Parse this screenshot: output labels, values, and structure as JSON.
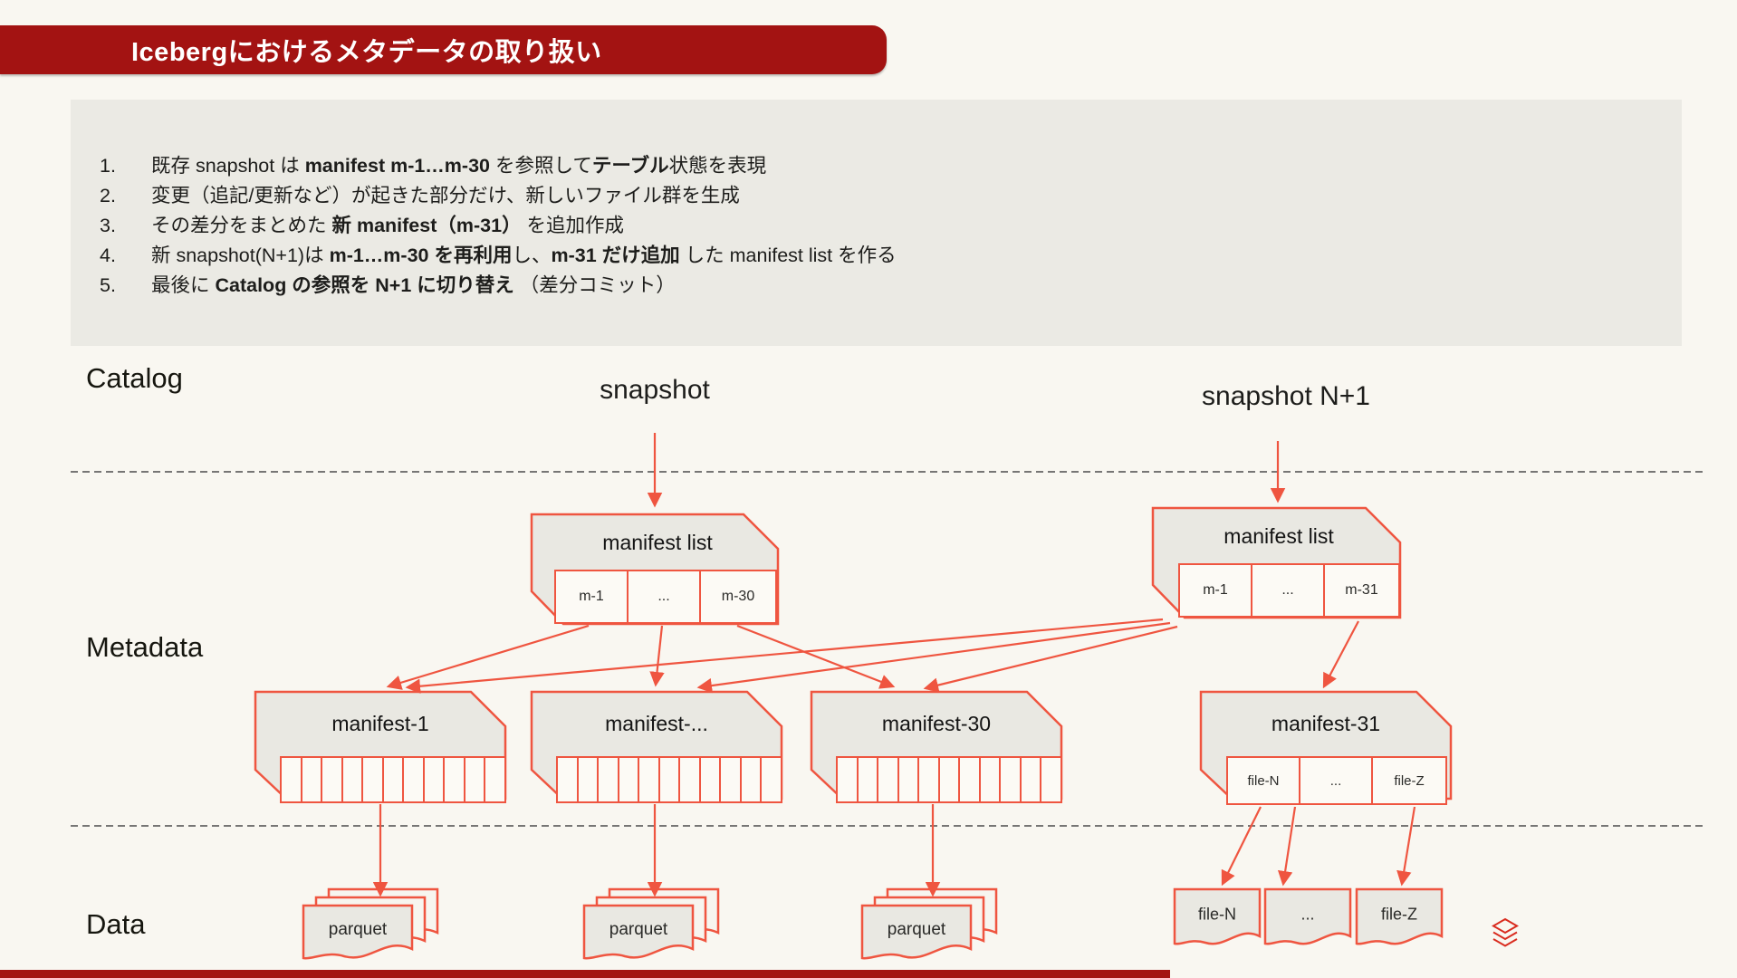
{
  "title": "Icebergにおけるメタデータの取り扱い",
  "steps": {
    "items": [
      {
        "num": "1.",
        "segments": [
          {
            "t": "既存 snapshot は ",
            "cls": ""
          },
          {
            "t": "manifest m-1…m-30",
            "cls": "b"
          },
          {
            "t": " を参照して",
            "cls": ""
          },
          {
            "t": "テーブル",
            "cls": "b"
          },
          {
            "t": "状態を表現",
            "cls": ""
          }
        ]
      },
      {
        "num": "2.",
        "segments": [
          {
            "t": "変更（追記/更新など）が起きた部分だけ、新しいファイル群を生成",
            "cls": ""
          }
        ]
      },
      {
        "num": "3.",
        "segments": [
          {
            "t": "その差分をまとめた ",
            "cls": ""
          },
          {
            "t": "新 manifest（m-31）",
            "cls": "b"
          },
          {
            "t": " を追加作成",
            "cls": ""
          }
        ]
      },
      {
        "num": "4.",
        "segments": [
          {
            "t": "新 snapshot(N+1)は ",
            "cls": ""
          },
          {
            "t": "m-1…m-30 を再利用",
            "cls": "b"
          },
          {
            "t": "し、",
            "cls": ""
          },
          {
            "t": "m-31 だけ追加",
            "cls": "b"
          },
          {
            "t": " した manifest list を作る",
            "cls": ""
          }
        ]
      },
      {
        "num": "5.",
        "segments": [
          {
            "t": "最後に ",
            "cls": ""
          },
          {
            "t": "Catalog の参照を N+1 に切り替え",
            "cls": "b"
          },
          {
            "t": " （差分コミット）",
            "cls": ""
          }
        ]
      }
    ]
  },
  "layers": {
    "catalog": "Catalog",
    "metadata": "Metadata",
    "data": "Data"
  },
  "diagram": {
    "snapshot_label": "snapshot",
    "snapshot_n1_label": "snapshot N+1",
    "manifest_list_left": {
      "title": "manifest list",
      "cells": [
        "m-1",
        "...",
        "m-30"
      ]
    },
    "manifest_list_right": {
      "title": "manifest list",
      "cells": [
        "m-1",
        "...",
        "m-31"
      ]
    },
    "manifests": [
      {
        "title": "manifest-1"
      },
      {
        "title": "manifest-..."
      },
      {
        "title": "manifest-30"
      }
    ],
    "manifest31": {
      "title": "manifest-31",
      "cells": [
        "file-N",
        "...",
        "file-Z"
      ]
    },
    "parquet_labels": [
      "parquet",
      "parquet",
      "parquet"
    ],
    "data_files": [
      "file-N",
      "...",
      "file-Z"
    ]
  },
  "icons": {
    "logo": "layers-stack-icon"
  },
  "colors": {
    "background": "#f9f7f1",
    "panel": "#ebeae4",
    "shape_fill": "#e9e8e2",
    "cell_fill": "#fcfaf5",
    "accent_red": "#ef5540",
    "header_red": "#a31312",
    "dash_gray": "#4c4c4c",
    "text": "#1d1d1b"
  }
}
